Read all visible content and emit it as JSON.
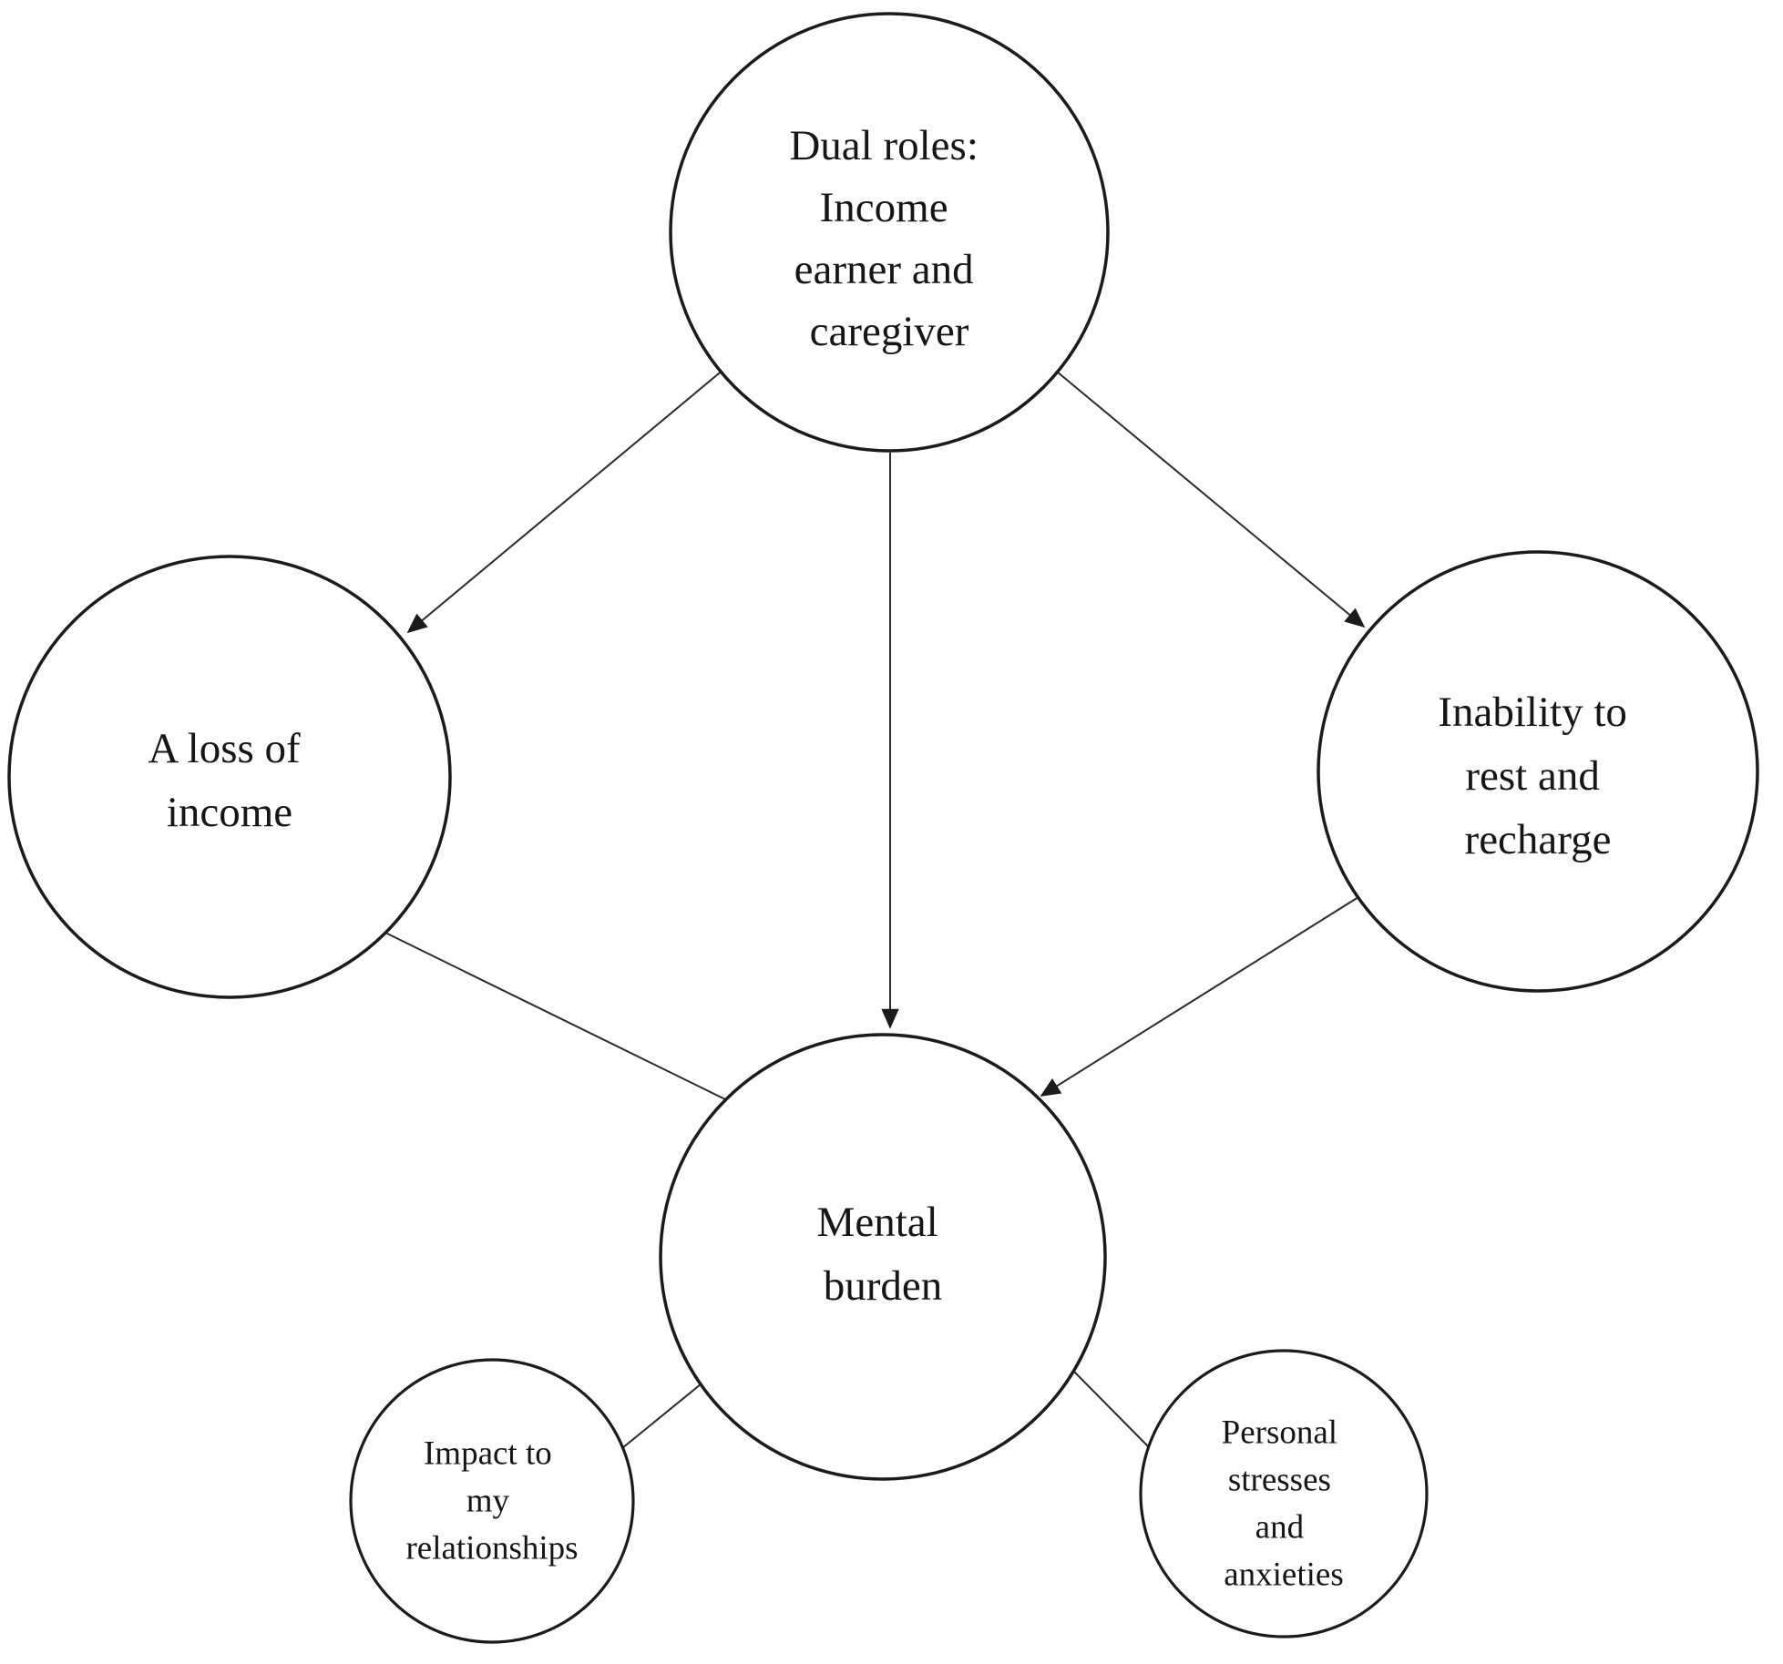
{
  "diagram": {
    "background_color": "#ffffff",
    "stroke_color": "#1b1b1b",
    "text_color": "#161616",
    "nodes": {
      "dual_roles": {
        "lines": [
          "Dual roles:",
          "Income",
          "earner and",
          "caregiver"
        ]
      },
      "loss_of_income": {
        "lines": [
          "A loss of",
          "income"
        ]
      },
      "inability_rest": {
        "lines": [
          "Inability to",
          "rest and",
          "recharge"
        ]
      },
      "mental_burden": {
        "lines": [
          "Mental",
          "burden"
        ]
      },
      "impact_relationships": {
        "lines": [
          "Impact to",
          "my",
          "relationships"
        ]
      },
      "personal_stresses": {
        "lines": [
          "Personal",
          "stresses",
          "and",
          "anxieties"
        ]
      }
    }
  }
}
